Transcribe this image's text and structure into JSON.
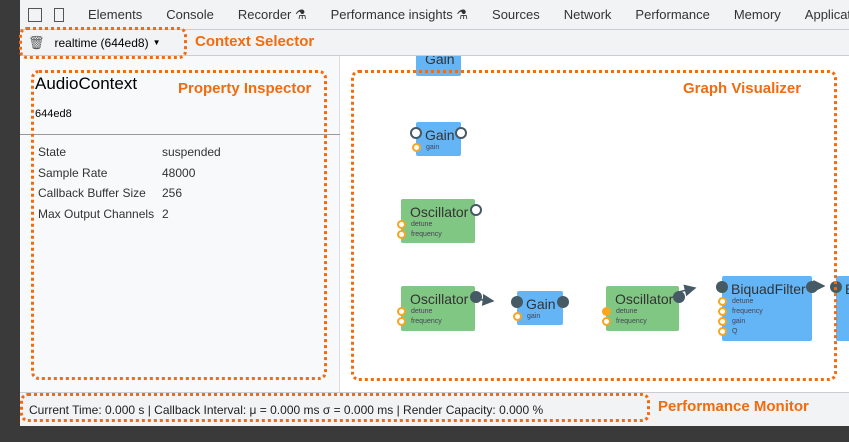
{
  "tabs": [
    "Elements",
    "Console",
    "Recorder ⚗",
    "Performance insights ⚗",
    "Sources",
    "Network",
    "Performance",
    "Memory",
    "Application"
  ],
  "context": {
    "selected": "realtime (644ed8)"
  },
  "inspector": {
    "title": "AudioContext",
    "id": "644ed8",
    "properties": [
      {
        "k": "State",
        "v": "suspended"
      },
      {
        "k": "Sample Rate",
        "v": "48000"
      },
      {
        "k": "Callback Buffer Size",
        "v": "256"
      },
      {
        "k": "Max Output Channels",
        "v": "2"
      }
    ]
  },
  "graph": {
    "nodes": {
      "gain": "Gain",
      "osc": "Oscillator",
      "biquad": "BiquadFilter",
      "b_partial": "B"
    },
    "params": {
      "gain": "gain",
      "detune": "detune",
      "frequency": "frequency",
      "q": "Q"
    }
  },
  "status": "Current Time: 0.000 s | Callback Interval: μ = 0.000 ms σ = 0.000 ms | Render Capacity: 0.000 %",
  "annotations": {
    "context": "Context Selector",
    "inspector": "Property Inspector",
    "graph": "Graph Visualizer",
    "perf": "Performance Monitor"
  },
  "colors": {
    "annotation": "#f26b0f",
    "oscillator": "#81c784",
    "gain": "#64b5f6",
    "port": "#f5a623"
  }
}
